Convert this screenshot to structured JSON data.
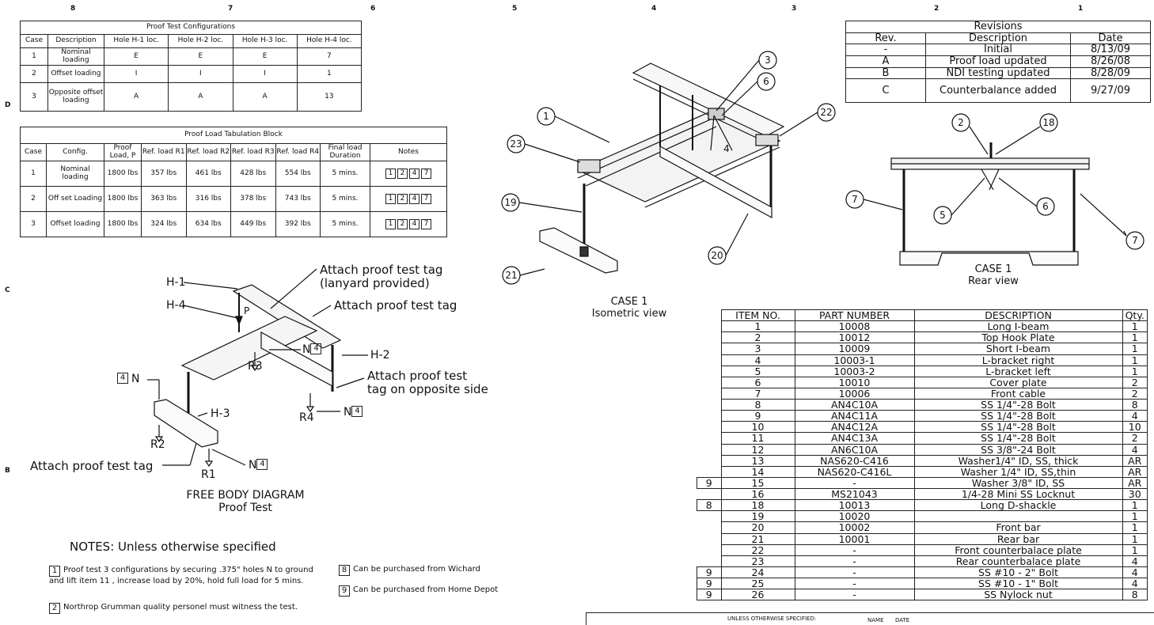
{
  "zones_top": [
    "8",
    "7",
    "6",
    "5",
    "4",
    "3",
    "2",
    "1"
  ],
  "zones_side": [
    "D",
    "C",
    "B"
  ],
  "proof_config": {
    "title": "Proof Test Configurations",
    "headers": [
      "Case",
      "Description",
      "Hole H-1 loc.",
      "Hole H-2 loc.",
      "Hole H-3 loc.",
      "Hole H-4 loc."
    ],
    "rows": [
      [
        "1",
        "Nominal loading",
        "E",
        "E",
        "E",
        "7"
      ],
      [
        "2",
        "Offset loading",
        "I",
        "I",
        "I",
        "1"
      ],
      [
        "3",
        "Opposite offset loading",
        "A",
        "A",
        "A",
        "13"
      ]
    ]
  },
  "proof_load": {
    "title": "Proof Load Tabulation Block",
    "headers": [
      "Case",
      "Config.",
      "Proof Load, P",
      "Ref. load R1",
      "Ref. load R2",
      "Ref. load R3",
      "Ref. load R4",
      "Final load Duration",
      "Notes"
    ],
    "rows": [
      [
        "1",
        "Nominal loading",
        "1800 lbs",
        "357 lbs",
        "461 lbs",
        "428 lbs",
        "554 lbs",
        "5 mins."
      ],
      [
        "2",
        "Off set Loading",
        "1800 lbs",
        "363 lbs",
        "316 lbs",
        "378 lbs",
        "743 lbs",
        "5 mins."
      ],
      [
        "3",
        "Offset loading",
        "1800 lbs",
        "324 lbs",
        "634 lbs",
        "449 lbs",
        "392 lbs",
        "5 mins."
      ]
    ],
    "note_refs": [
      "1",
      "2",
      "4",
      "7"
    ]
  },
  "revisions": {
    "title": "Revisions",
    "headers": [
      "Rev.",
      "Description",
      "Date"
    ],
    "rows": [
      [
        "-",
        "Initial",
        "8/13/09"
      ],
      [
        "A",
        "Proof load updated",
        "8/26/08"
      ],
      [
        "B",
        "NDI testing updated",
        "8/28/09"
      ],
      [
        "C",
        "Counterbalance added",
        "9/27/09"
      ]
    ]
  },
  "bom": {
    "headers": [
      "ITEM NO.",
      "PART NUMBER",
      "DESCRIPTION",
      "Qty."
    ],
    "rows": [
      {
        "flag": "",
        "item": "1",
        "part": "10008",
        "desc": "Long I-beam",
        "qty": "1"
      },
      {
        "flag": "",
        "item": "2",
        "part": "10012",
        "desc": "Top Hook Plate",
        "qty": "1"
      },
      {
        "flag": "",
        "item": "3",
        "part": "10009",
        "desc": "Short I-beam",
        "qty": "1"
      },
      {
        "flag": "",
        "item": "4",
        "part": "10003-1",
        "desc": "L-bracket right",
        "qty": "1"
      },
      {
        "flag": "",
        "item": "5",
        "part": "10003-2",
        "desc": "L-bracket left",
        "qty": "1"
      },
      {
        "flag": "",
        "item": "6",
        "part": "10010",
        "desc": "Cover plate",
        "qty": "2"
      },
      {
        "flag": "",
        "item": "7",
        "part": "10006",
        "desc": "Front cable",
        "qty": "2"
      },
      {
        "flag": "",
        "item": "8",
        "part": "AN4C10A",
        "desc": "SS 1/4\"-28 Bolt",
        "qty": "8"
      },
      {
        "flag": "",
        "item": "9",
        "part": "AN4C11A",
        "desc": "SS 1/4\"-28 Bolt",
        "qty": "4"
      },
      {
        "flag": "",
        "item": "10",
        "part": "AN4C12A",
        "desc": "SS 1/4\"-28 Bolt",
        "qty": "10"
      },
      {
        "flag": "",
        "item": "11",
        "part": "AN4C13A",
        "desc": "SS 1/4\"-28 Bolt",
        "qty": "2"
      },
      {
        "flag": "",
        "item": "12",
        "part": "AN6C10A",
        "desc": "SS 3/8\"-24 Bolt",
        "qty": "4"
      },
      {
        "flag": "",
        "item": "13",
        "part": "NAS620-C416",
        "desc": "Washer1/4\" ID, SS, thick",
        "qty": "AR"
      },
      {
        "flag": "",
        "item": "14",
        "part": "NAS620-C416L",
        "desc": "Washer 1/4\" ID, SS,thin",
        "qty": "AR"
      },
      {
        "flag": "9",
        "item": "15",
        "part": "-",
        "desc": "Washer 3/8\" ID, SS",
        "qty": "AR"
      },
      {
        "flag": "",
        "item": "16",
        "part": "MS21043",
        "desc": "1/4-28 Mini SS Locknut",
        "qty": "30"
      },
      {
        "flag": "8",
        "item": "18",
        "part": "10013",
        "desc": "Long D-shackle",
        "qty": "1"
      },
      {
        "flag": "",
        "item": "19",
        "part": "10020",
        "desc": "",
        "qty": "1"
      },
      {
        "flag": "",
        "item": "20",
        "part": "10002",
        "desc": "Front bar",
        "qty": "1"
      },
      {
        "flag": "",
        "item": "21",
        "part": "10001",
        "desc": "Rear bar",
        "qty": "1"
      },
      {
        "flag": "",
        "item": "22",
        "part": "-",
        "desc": "Front counterbalace plate",
        "qty": "1"
      },
      {
        "flag": "",
        "item": "23",
        "part": "-",
        "desc": "Rear counterbalace plate",
        "qty": "4"
      },
      {
        "flag": "9",
        "item": "24",
        "part": "-",
        "desc": "SS #10 - 2\" Bolt",
        "qty": "4"
      },
      {
        "flag": "9",
        "item": "25",
        "part": "-",
        "desc": "SS #10 - 1\" Bolt",
        "qty": "4"
      },
      {
        "flag": "9",
        "item": "26",
        "part": "-",
        "desc": "SS Nylock nut",
        "qty": "8"
      }
    ]
  },
  "iso_view": {
    "caption1": "CASE 1",
    "caption2": "Isometric view",
    "balloons": [
      "1",
      "3",
      "6",
      "4",
      "22",
      "23",
      "19",
      "20",
      "21"
    ]
  },
  "rear_view": {
    "caption1": "CASE 1",
    "caption2": "Rear view",
    "balloons": [
      "2",
      "18",
      "7",
      "5",
      "6",
      "7"
    ]
  },
  "fbd": {
    "caption1": "FREE BODY DIAGRAM",
    "caption2": "Proof Test",
    "labels": {
      "h1": "H-1",
      "h4": "H-4",
      "h2": "H-2",
      "h3": "H-3",
      "p": "P",
      "r1": "R1",
      "r2": "R2",
      "r3": "R3",
      "r4": "R4",
      "n": "N",
      "note4": "4",
      "tag_lanyard1": "Attach proof test tag",
      "tag_lanyard2": "(lanyard provided)",
      "tag_top": "Attach proof test tag",
      "tag_opp1": "Attach proof test",
      "tag_opp2": "tag on opposite side",
      "tag_left": "Attach proof test tag"
    }
  },
  "notes": {
    "title": "NOTES: Unless otherwise specified",
    "items": [
      {
        "num": "1",
        "text": "Proof test 3 configurations by securing .375\" holes N to ground and lift item 11 , increase load by 20%, hold full load for 5 mins."
      },
      {
        "num": "2",
        "text": "Northrop Grumman quality personel must witness the test."
      },
      {
        "num": "8",
        "text": "Can be purchased from Wichard"
      },
      {
        "num": "9",
        "text": "Can be purchased from Home Depot"
      }
    ]
  },
  "title_block": {
    "unless": "UNLESS OTHERWISE SPECIFIED:",
    "name": "NAME",
    "date": "DATE"
  }
}
